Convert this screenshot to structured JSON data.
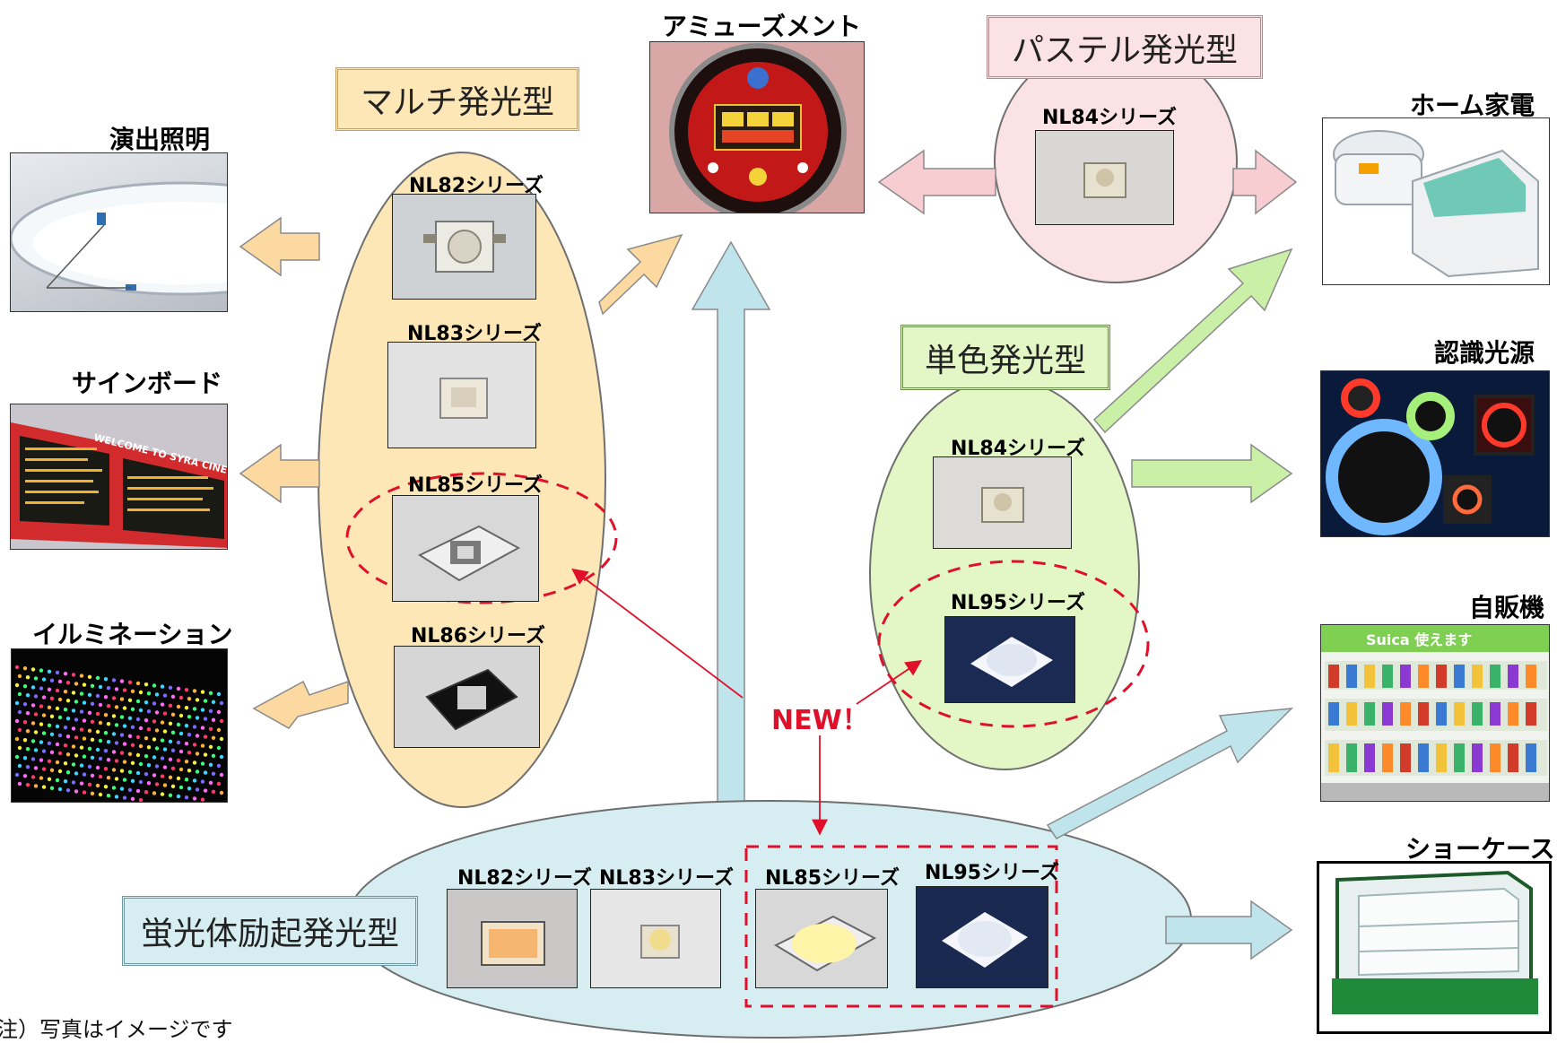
{
  "categories": {
    "multi": "マルチ発光型",
    "pastel": "パステル発光型",
    "single": "単色発光型",
    "phosphor": "蛍光体励起発光型"
  },
  "applications": {
    "stage_lighting": "演出照明",
    "signboard": "サインボード",
    "illumination": "イルミネーション",
    "amusement": "アミューズメント",
    "home_appliance": "ホーム家電",
    "recognition_light": "認識光源",
    "vending_machine": "自販機",
    "showcase": "ショーケース"
  },
  "parts": {
    "multi": [
      "NL82シリーズ",
      "NL83シリーズ",
      "NL85シリーズ",
      "NL86シリーズ"
    ],
    "pastel": [
      "NL84シリーズ"
    ],
    "single": [
      "NL84シリーズ",
      "NL95シリーズ"
    ],
    "phosphor": [
      "NL82シリーズ",
      "NL83シリーズ",
      "NL85シリーズ",
      "NL95シリーズ"
    ]
  },
  "photo_text": {
    "signboard": "WELCOME TO SYRA CINEMA",
    "vending": "Suica 使えます"
  },
  "new_label": "NEW！",
  "note": "注）写真はイメージです",
  "colors": {
    "multi_fill": "#fde7b6",
    "pastel_fill": "#fbe2e4",
    "single_fill": "#e2f6c6",
    "phosphor_fill": "#d6eef2",
    "multi_arrow": "#fbd9a0",
    "pastel_arrow": "#f8cdd1",
    "single_arrow": "#c9f0a6",
    "phosphor_arrow": "#bfe4ec",
    "new_red": "#e0102a"
  }
}
